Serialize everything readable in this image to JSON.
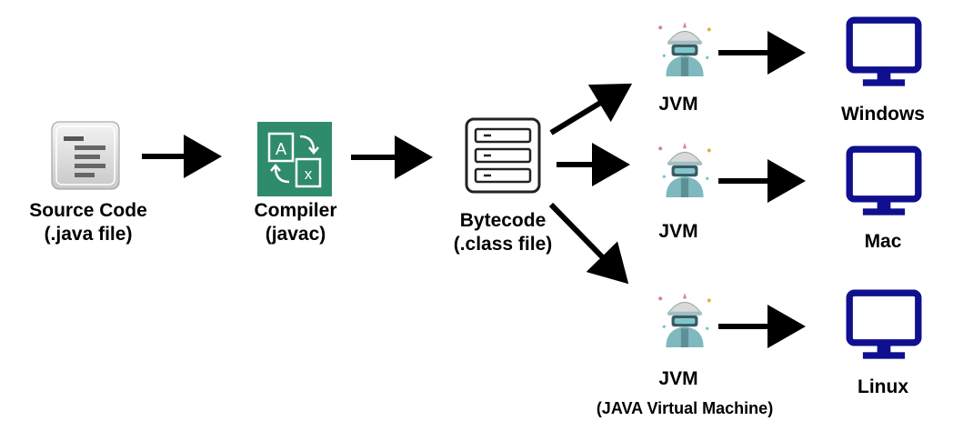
{
  "nodes": {
    "source": {
      "line1": "Source Code",
      "line2": "(.java file)"
    },
    "compiler": {
      "line1": "Compiler",
      "line2": "(javac)"
    },
    "bytecode": {
      "line1": "Bytecode",
      "line2": "(.class file)"
    },
    "jvm_top": {
      "label": "JVM"
    },
    "jvm_mid": {
      "label": "JVM"
    },
    "jvm_bottom": {
      "label": "JVM",
      "sublabel": "(JAVA Virtual Machine)"
    },
    "windows": {
      "label": "Windows"
    },
    "mac": {
      "label": "Mac"
    },
    "linux": {
      "label": "Linux"
    }
  },
  "colors": {
    "compiler": "#2e8b6b",
    "monitor": "#0f0f8f",
    "jvm_body": "#7fb9bf",
    "arrow": "#000000"
  },
  "icons": {
    "source": "document-lines-icon",
    "compiler": "translate-icon",
    "bytecode": "server-stack-icon",
    "jvm": "robot-engineer-icon",
    "os": "monitor-icon"
  }
}
